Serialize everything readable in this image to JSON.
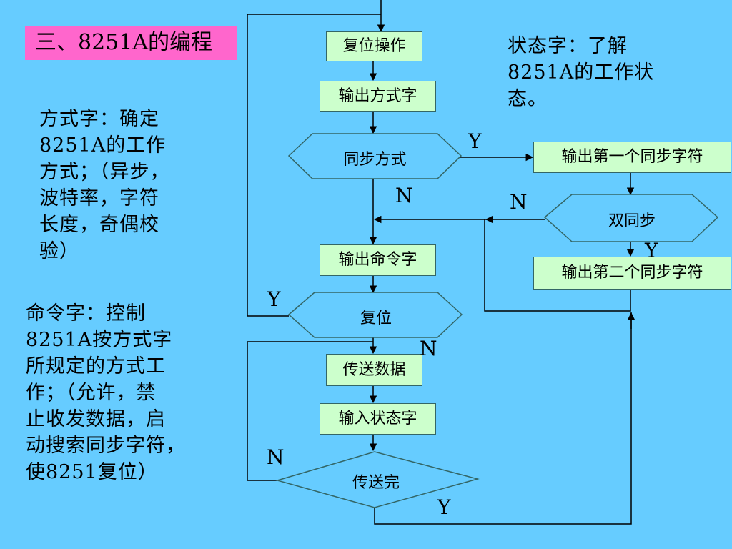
{
  "title": "三、8251A的编程",
  "notes": {
    "status_word": "状态字：了解\n8251A的工作状\n态。",
    "mode_word": "方式字：确定\n8251A的工作\n方式；（异步，\n波特率，字符\n长度，奇偶校\n验）",
    "command_word": "命令字：控制\n8251A按方式字\n所规定的方式工\n作；（允许，禁\n止收发数据，启\n动搜索同步字符，\n使8251复位）"
  },
  "flow": {
    "reset_op": "复位操作",
    "output_mode_word": "输出方式字",
    "sync_mode": "同步方式",
    "output_sync_char_1": "输出第一个同步字符",
    "double_sync": "双同步",
    "output_sync_char_2": "输出第二个同步字符",
    "output_command_word": "输出命令字",
    "reset": "复位",
    "send_data": "传送数据",
    "input_status_word": "输入状态字",
    "send_done": "传送完"
  },
  "branches": {
    "sync_yes": "Y",
    "sync_no": "N",
    "double_no": "N",
    "double_yes": "Y",
    "reset_yes": "Y",
    "reset_no": "N",
    "done_no": "N",
    "done_yes": "Y"
  }
}
